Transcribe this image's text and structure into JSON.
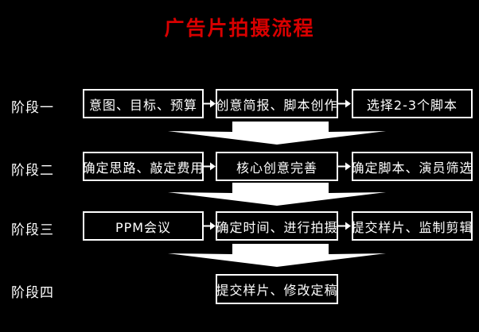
{
  "title": {
    "text": "广告片拍摄流程"
  },
  "colors": {
    "background": "#000000",
    "title": "#d80000",
    "box_border": "#ffffff",
    "box_text": "#ffffff",
    "arrow": "#ffffff"
  },
  "stages": [
    {
      "label": "阶段一",
      "boxes": [
        "意图、目标、预算",
        "创意简报、脚本创作",
        "选择2-3个脚本"
      ]
    },
    {
      "label": "阶段二",
      "boxes": [
        "确定思路、敲定费用",
        "核心创意完善",
        "确定脚本、演员筛选"
      ]
    },
    {
      "label": "阶段三",
      "boxes": [
        "PPM会议",
        "确定时间、进行拍摄",
        "提交样片、监制剪辑"
      ]
    },
    {
      "label": "阶段四",
      "boxes": [
        "提交样片、修改定稿"
      ]
    }
  ]
}
